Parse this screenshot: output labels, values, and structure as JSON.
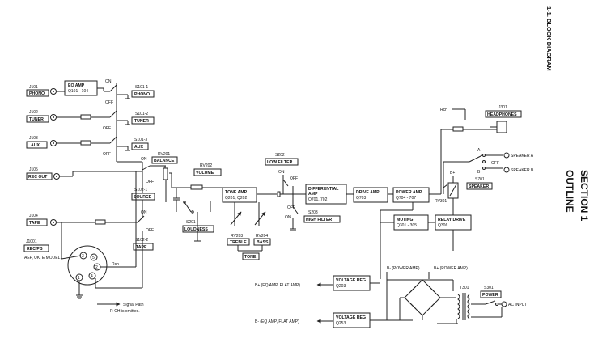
{
  "section": {
    "number": "SECTION 1",
    "title": "OUTLINE"
  },
  "subtitle": "1-1.  BLOCK DIAGRAM",
  "inputs": {
    "j101": "J101",
    "phono": "PHONO",
    "j102": "J102",
    "tuner": "TUNER",
    "j103": "J103",
    "aux": "AUX",
    "j105": "J105",
    "rec_out": "REC OUT",
    "j104": "J104",
    "tape": "TAPE",
    "j1001": "J1001",
    "rec_pb": "REC/PB",
    "models": "AEP, UK, E MODEL",
    "rch_left": "Rch"
  },
  "blocks": {
    "eq_amp": {
      "title": "EQ AMP",
      "part": "Q101 - 104"
    },
    "tone_amp": {
      "title": "TONE AMP",
      "part": "Q201, Q202"
    },
    "diff_amp": {
      "title": "DIFFERENTIAL",
      "title2": "AMP",
      "part": "Q701, 702"
    },
    "drive_amp": {
      "title": "DRIVE AMP",
      "part": "Q703"
    },
    "power_amp": {
      "title": "POWER AMP",
      "part": "Q704 - 707"
    },
    "muting": {
      "title": "MUTING",
      "part": "Q301 - 305"
    },
    "relay_drive": {
      "title": "RELAY DRIVE",
      "part": "Q306"
    },
    "vreg1": {
      "title": "VOLTAGE REG",
      "part": "Q203"
    },
    "vreg2": {
      "title": "VOLTAGE REG",
      "part": "Q253"
    }
  },
  "switches": {
    "s1011": "S101-1",
    "s1011_lbl": "PHONO",
    "s1012": "S101-2",
    "s1012_lbl": "TUNER",
    "s1013": "S101-3",
    "s1013_lbl": "AUX",
    "s1021": "S102-1",
    "s1021_lbl": "SOURCE",
    "s1022": "S102-2",
    "s1022_lbl": "TAPE",
    "s201": "S201",
    "s201_lbl": "LOUDNESS",
    "s202": "S202",
    "s202_lbl": "LOW FILTER",
    "s203": "S203",
    "s203_lbl": "HIGH FILTER",
    "s701": "S701",
    "s701_lbl": "SPEAKER",
    "s301": "S301",
    "s301_lbl": "POWER",
    "on": "ON",
    "off": "OFF"
  },
  "controls": {
    "rv201": "RV201",
    "rv201_lbl": "BALANCE",
    "rv202": "RV202",
    "rv202_lbl": "VOLUME",
    "rv203": "RV203",
    "rv203_lbl": "TREBLE",
    "rv204": "RV204",
    "rv204_lbl": "BASS",
    "tone": "TONE",
    "rv301": "RV301"
  },
  "outputs": {
    "rch": "Rch",
    "j301": "J301",
    "headphones": "HEADPHONES",
    "a": "A",
    "b": "B",
    "spk_a": "SPEAKER A",
    "spk_b": "SPEAKER B",
    "bplus": "B+",
    "off": "OFF"
  },
  "power": {
    "bplus_eq": "B+ (EQ AMP, FLAT AMP)",
    "bminus_eq": "B- (EQ AMP, FLAT AMP)",
    "bminus_pa": "B- (POWER AMP)",
    "bplus_pa": "B+ (POWER AMP)",
    "t301": "T301",
    "ac_input": "AC INPUT"
  },
  "legend": {
    "signal": "Signal Path",
    "omitted": "R-CH is omitted."
  }
}
